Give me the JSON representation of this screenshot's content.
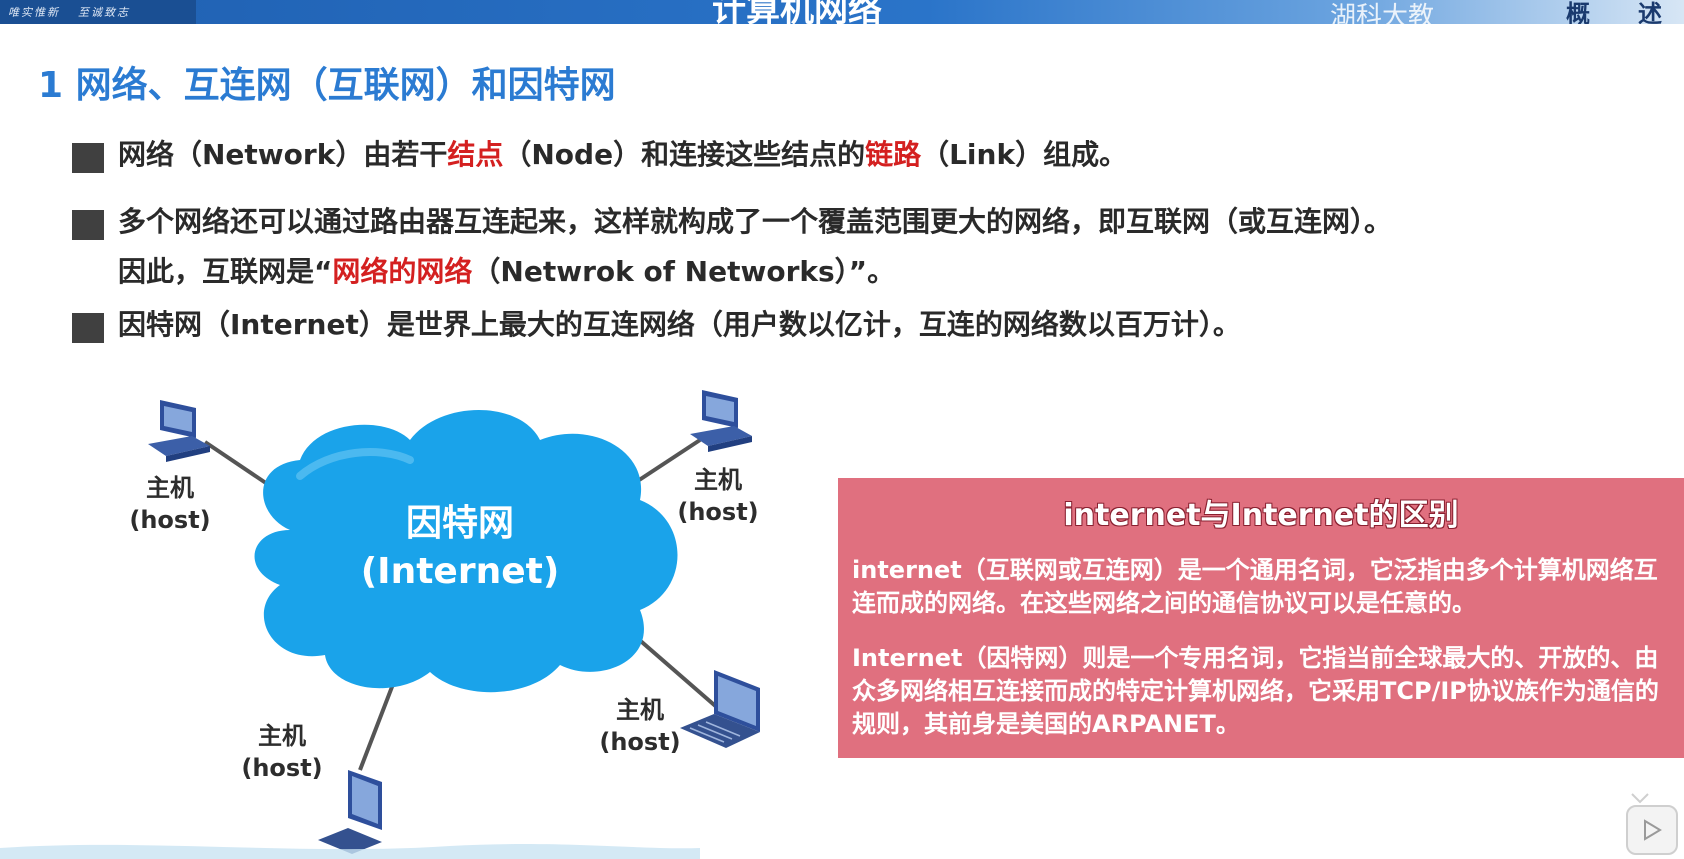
{
  "header": {
    "logo_left": "唯实惟新",
    "logo_right": "至诚致志",
    "deck_title": "计算机网络",
    "school": "湖科大教",
    "tab_1": "概",
    "tab_2": "述"
  },
  "section": {
    "title": "1 网络、互连网（互联网）和因特网"
  },
  "bullets": {
    "b1": {
      "p1": "网络（Network）由若干",
      "r1": "结点",
      "p2": "（Node）和连接这些结点的",
      "r2": "链路",
      "p3": "（Link）组成。"
    },
    "b2": {
      "line1": "多个网络还可以通过路由器互连起来，这样就构成了一个覆盖范围更大的网络，即互联网（或互连网）。",
      "p1": "因此，互联网是“",
      "r1": "网络的网络",
      "p2": "（Netwrok of Networks）”。"
    },
    "b3": {
      "text": "因特网（Internet）是世界上最大的互连网络（用户数以亿计，互连的网络数以百万计）。"
    }
  },
  "diagram": {
    "cloud_line1": "因特网",
    "cloud_line2": "(Internet)",
    "host_cn": "主机",
    "host_en": "(host)"
  },
  "info": {
    "title": "internet与Internet的区别",
    "p1": "internet（互联网或互连网）是一个通用名词，它泛指由多个计算机网络互连而成的网络。在这些网络之间的通信协议可以是任意的。",
    "p2": "Internet（因特网）则是一个专用名词，它指当前全球最大的、开放的、由众多网络相互连接而成的特定计算机网络，它采用TCP/IP协议族作为通信的规则，其前身是美国的ARPANET。"
  },
  "colors": {
    "title_blue": "#2b7bd2",
    "highlight_red": "#d42020",
    "cloud_blue": "#1aa3ea",
    "info_pink": "#e0707f"
  }
}
